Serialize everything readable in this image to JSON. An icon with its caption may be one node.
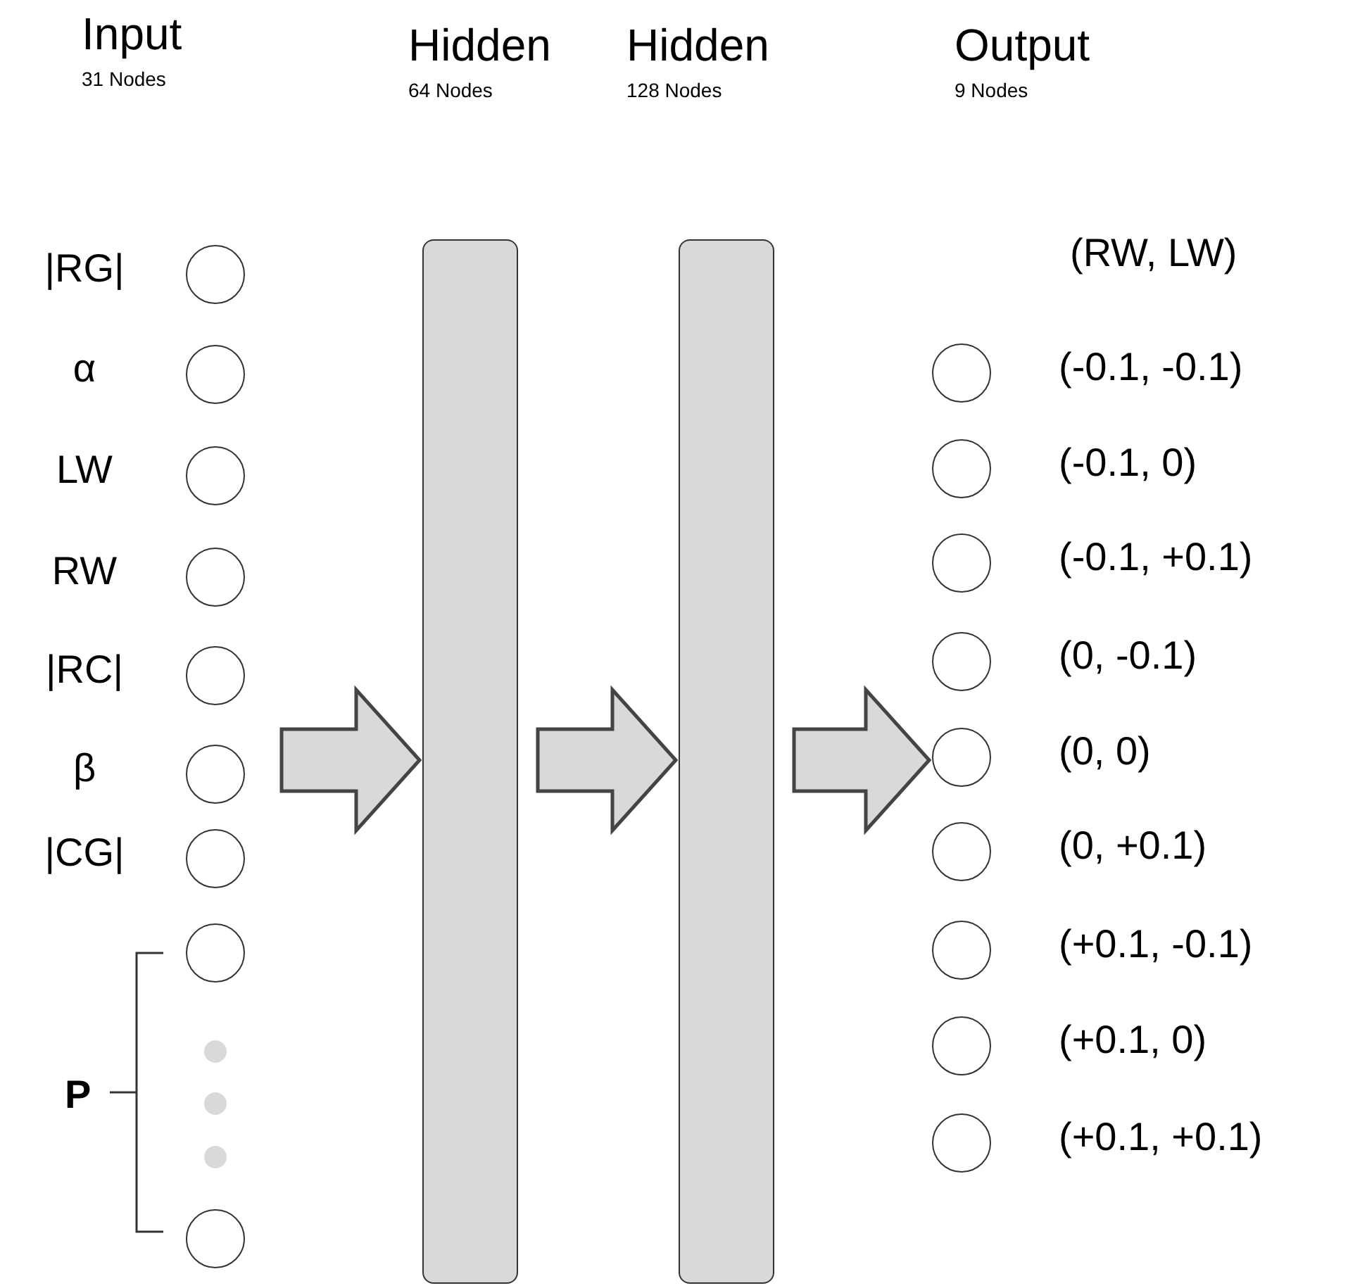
{
  "diagram": {
    "nodes": [
      {
        "text": [],
        "shape": "circle",
        "beside": [
          "|RG|"
        ]
      },
      {
        "text": [],
        "shape": "circle",
        "beside": [
          "α"
        ]
      },
      {
        "text": [],
        "shape": "circle",
        "beside": [
          "LW"
        ]
      },
      {
        "text": [],
        "shape": "circle",
        "beside": [
          "RW"
        ]
      },
      {
        "text": [],
        "shape": "circle",
        "beside": [
          "|RC|"
        ]
      },
      {
        "text": [],
        "shape": "circle",
        "beside": [
          "β"
        ]
      },
      {
        "text": [],
        "shape": "circle",
        "beside": [
          "|CG|"
        ]
      },
      {
        "text": [],
        "shape": "circle"
      },
      {
        "text": [],
        "shape": "circle"
      },
      {
        "text": [],
        "shape": "bar"
      },
      {
        "text": [],
        "shape": "bar"
      },
      {
        "text": [],
        "shape": "circle",
        "beside": [
          "(-0.1, -0.1)"
        ]
      },
      {
        "text": [],
        "shape": "circle",
        "beside": [
          "(-0.1, 0)"
        ]
      },
      {
        "text": [],
        "shape": "circle",
        "beside": [
          "(-0.1, +0.1)"
        ]
      },
      {
        "text": [],
        "shape": "circle",
        "beside": [
          "(0, -0.1)"
        ]
      },
      {
        "text": [],
        "shape": "circle",
        "beside": [
          "(0, 0)"
        ]
      },
      {
        "text": [],
        "shape": "circle",
        "beside": [
          "(0, +0.1)"
        ]
      },
      {
        "text": [],
        "shape": "circle",
        "beside": [
          "(+0.1, -0.1)"
        ]
      },
      {
        "text": [],
        "shape": "circle",
        "beside": [
          "(+0.1, 0)"
        ]
      },
      {
        "text": [],
        "shape": "circle",
        "beside": [
          "(+0.1, +0.1)"
        ]
      }
    ],
    "edges": [
      {
        "from": null,
        "to": 9,
        "arrow": "to",
        "style": "thick"
      },
      {
        "from": 9,
        "to": 10,
        "arrow": "to",
        "style": "thick"
      },
      {
        "from": 10,
        "to": 15,
        "arrow": "to",
        "style": "thick"
      }
    ],
    "labels": [
      "Input",
      "31 Nodes",
      "Hidden",
      "64 Nodes",
      "Hidden",
      "128 Nodes",
      "Output",
      "9 Nodes",
      "(RW, LW)",
      "P"
    ]
  }
}
